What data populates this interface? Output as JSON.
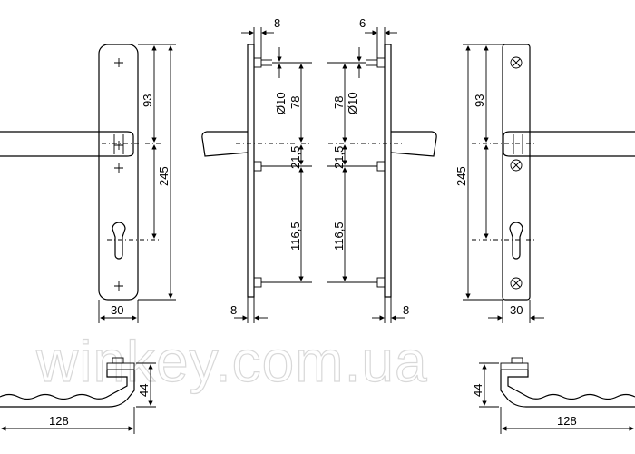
{
  "watermark": "winkey.com.ua",
  "front_left": {
    "dims": {
      "d93": "93",
      "d245": "245",
      "d30": "30"
    }
  },
  "side_left": {
    "dims": {
      "d8_top": "8",
      "d10": "Ø10",
      "d78": "78",
      "d21": "21,5",
      "d116": "116,5",
      "d8_bot": "8"
    }
  },
  "side_right": {
    "dims": {
      "d6_top": "6",
      "d10": "Ø10",
      "d78": "78",
      "d21": "21,5",
      "d116": "116,5",
      "d8_bot": "8"
    }
  },
  "front_right": {
    "dims": {
      "d93": "93",
      "d245": "245",
      "d30": "30"
    }
  },
  "plan_left": {
    "dims": {
      "d44": "44",
      "d128": "128"
    }
  },
  "plan_right": {
    "dims": {
      "d44": "44",
      "d128": "128"
    }
  }
}
